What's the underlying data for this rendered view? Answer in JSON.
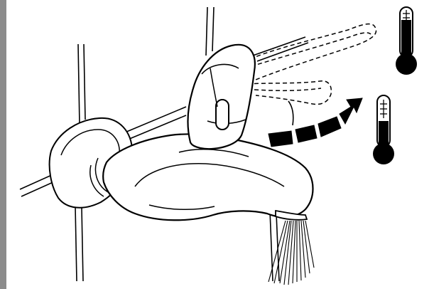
{
  "figure": {
    "colors": {
      "background": "#ffffff",
      "ink": "#000000",
      "margin_bar": "#8c8c8c",
      "thermometer_fill": "#000000"
    },
    "elements": {
      "wall_tiles": "tile-grid",
      "faucet": "single-lever-mixer",
      "lever_positions": [
        "solid-lever-current",
        "dashed-lever-raised",
        "dashed-lever-rotated"
      ],
      "rotation_arrow": "segmented-curved-arrow",
      "indicators": [
        {
          "name": "thermometer-hot",
          "level": 0.85
        },
        {
          "name": "thermometer-cold",
          "level": 0.55
        }
      ],
      "water_stream": "spray-lines"
    }
  }
}
